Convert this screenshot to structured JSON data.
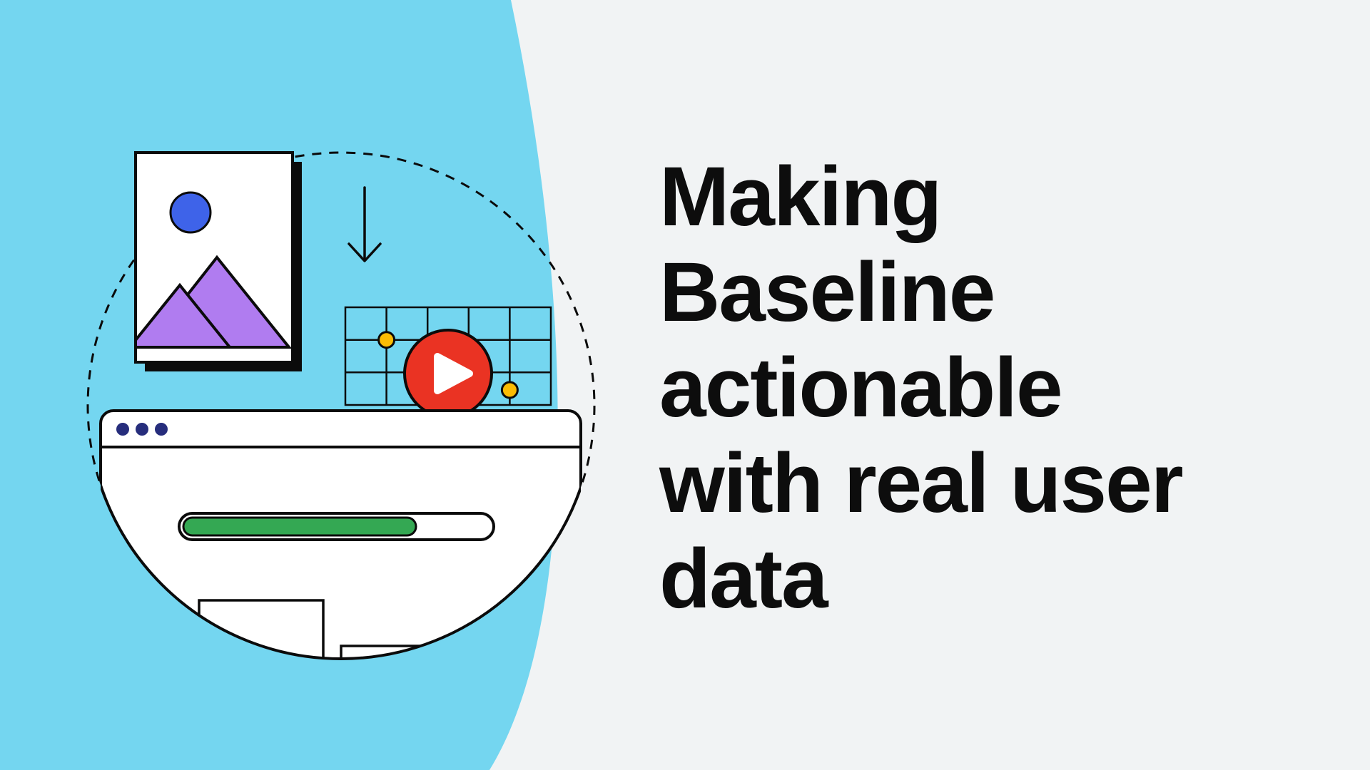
{
  "hero": {
    "title": "Making\nBaseline\nactionable\nwith real user\ndata"
  },
  "illustration": {
    "progress_percent": 76,
    "browser_dots_count": 3,
    "icons": [
      "image-placeholder-icon",
      "sun-icon",
      "mountain-icon",
      "down-arrow-icon",
      "data-grid",
      "play-button-icon",
      "browser-window",
      "progress-bar"
    ]
  },
  "colors": {
    "background_left": "#74D6F0",
    "background_right": "#F1F3F4",
    "title_text": "#0D0D0D",
    "outline": "#0B0B0B",
    "mountain_purple": "#B07CF0",
    "sun_blue": "#3E63E9",
    "play_red": "#EA3323",
    "progress_green": "#34A853",
    "dot_yellow": "#FBBC04",
    "browser_dot_blue": "#262D7C",
    "card_white": "#FFFFFF"
  }
}
